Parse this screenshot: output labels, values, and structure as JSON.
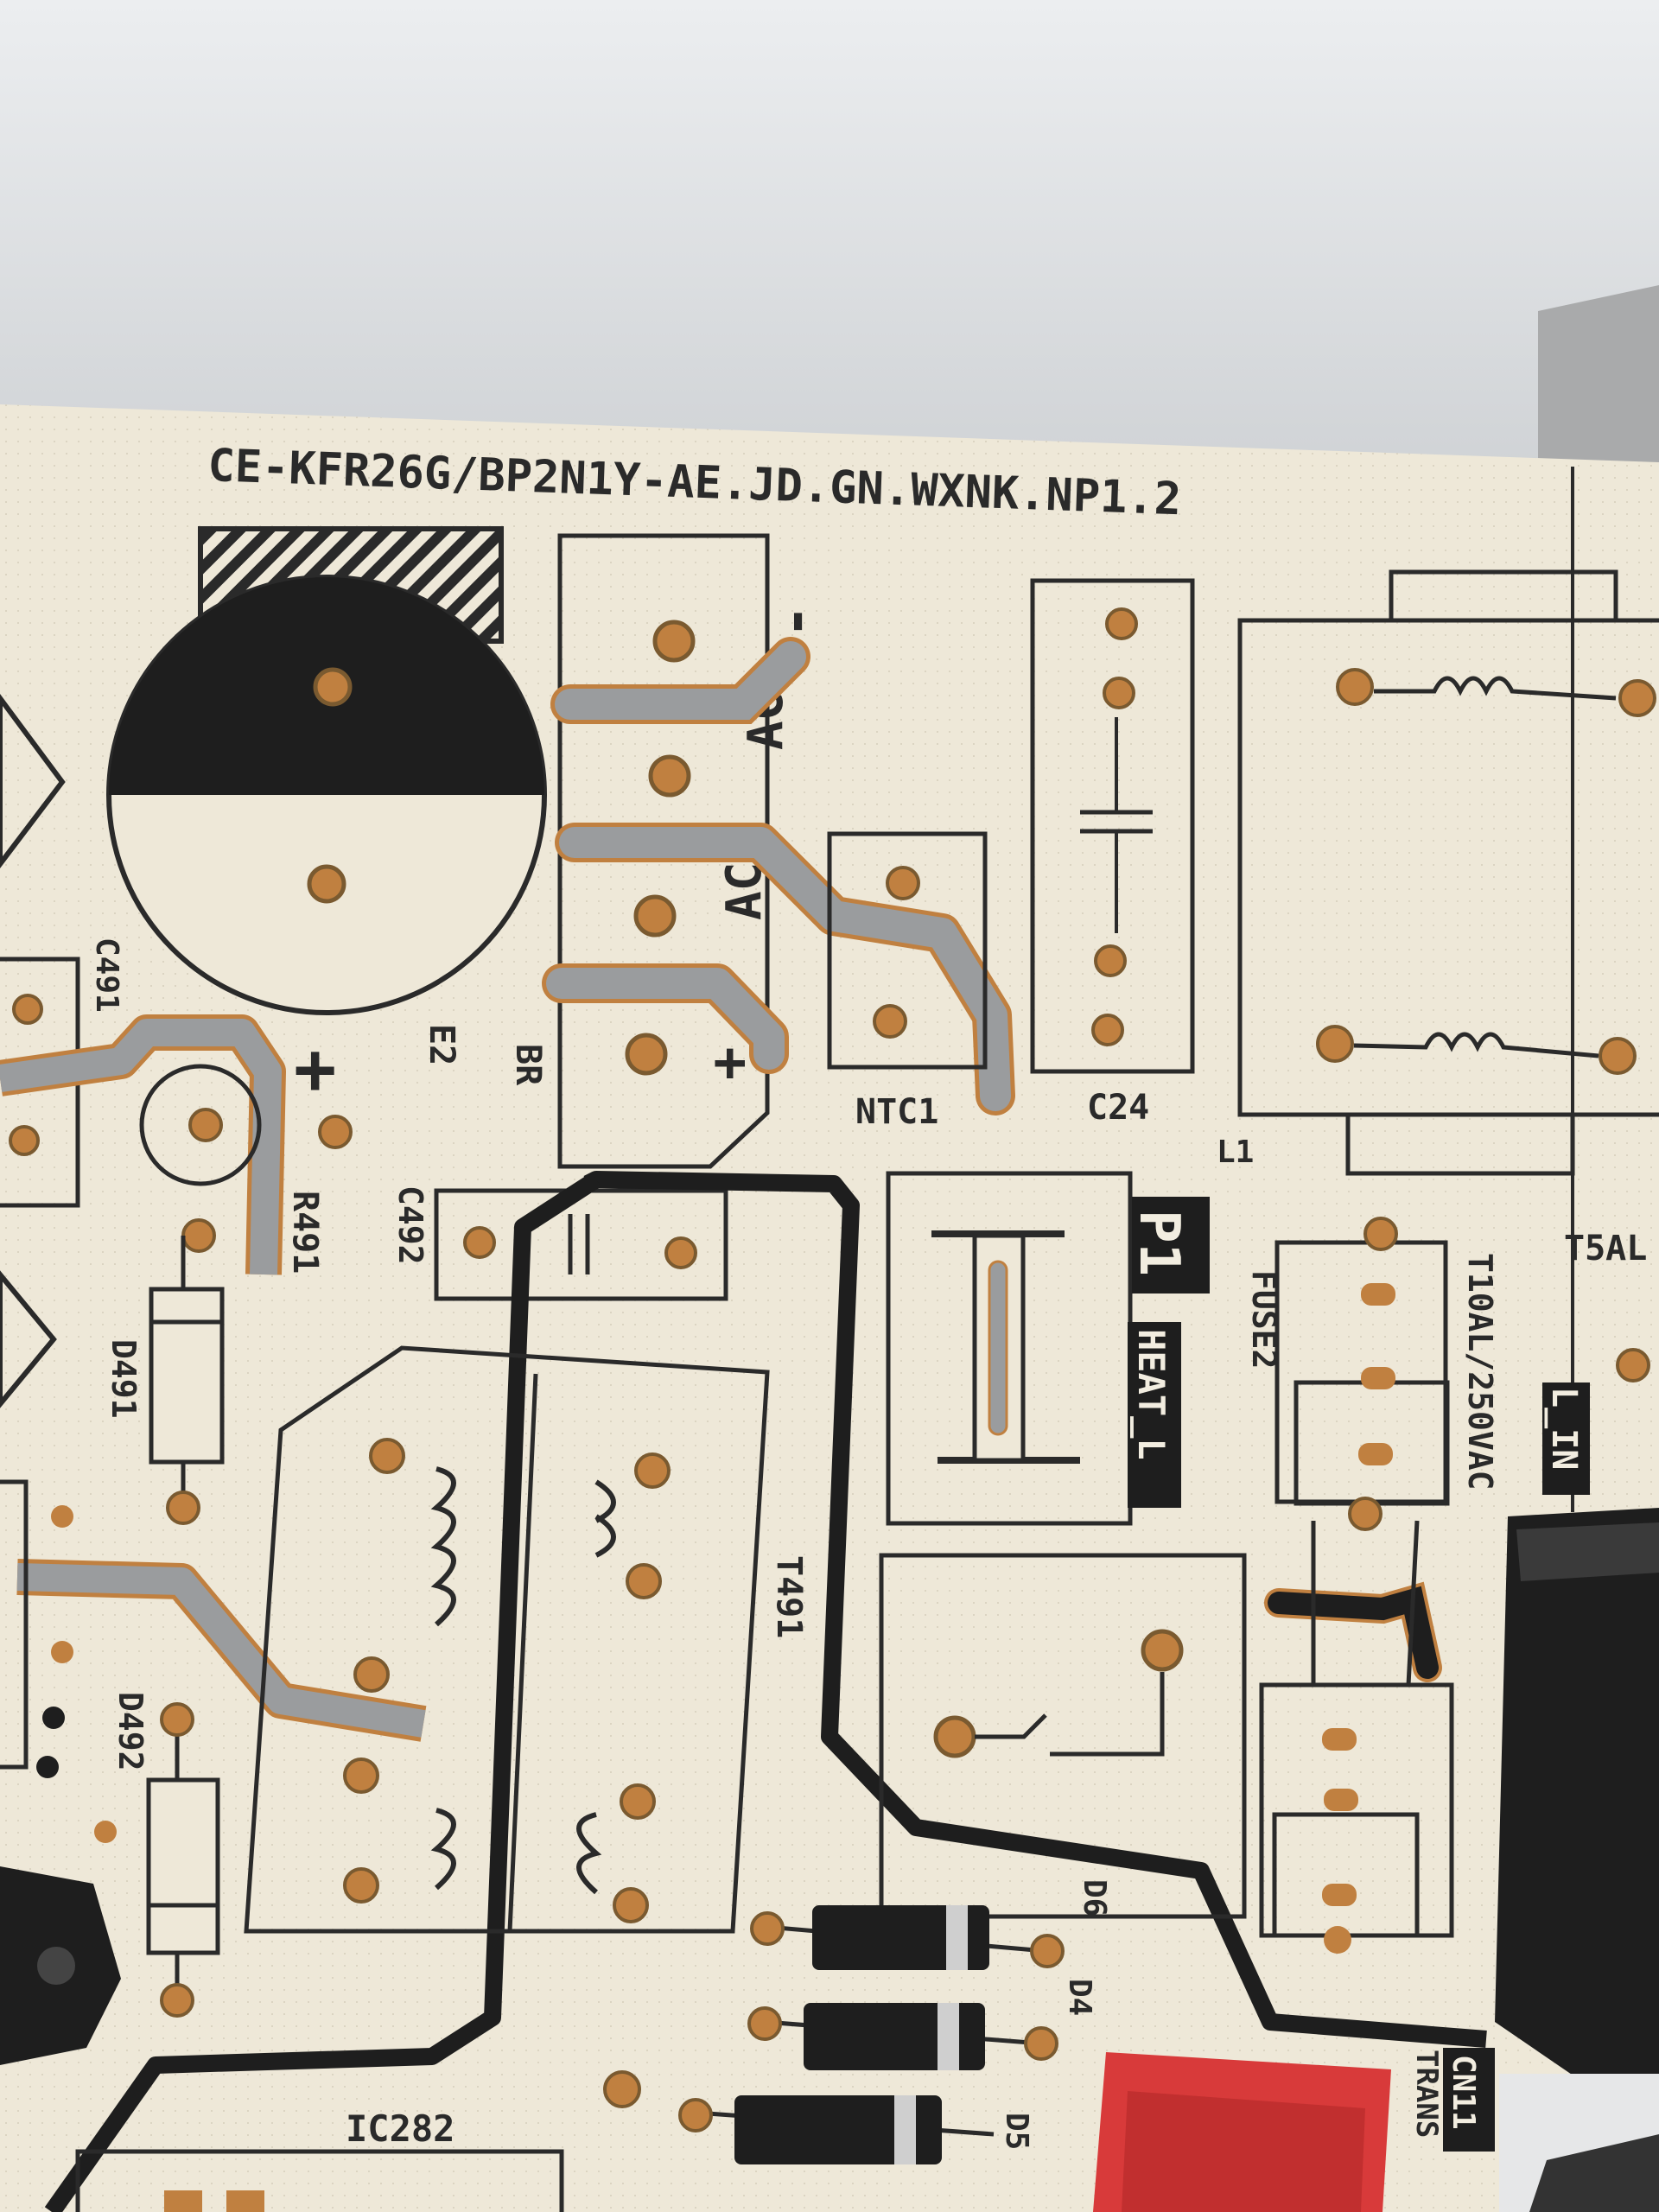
{
  "board": {
    "model_code": "CE-KFR26G/BP2N1Y-AE.JD.GN.WXNK.NP1.2",
    "colors": {
      "board": "#eee8d8",
      "wall": "#d6d8db",
      "silkscreen": "#2a2a2a",
      "trace": "#9a9c9e",
      "copper": "#c08040",
      "connector_red": "#d83a3a",
      "component_black": "#1e1e1e"
    }
  },
  "labels": {
    "e2": "E2",
    "br": "BR",
    "c491": "C491",
    "c492": "C492",
    "r491": "R491",
    "d491": "D491",
    "d492": "D492",
    "t491": "T491",
    "ntc1": "NTC1",
    "c24": "C24",
    "l1": "L1",
    "p1": "P1",
    "heat_l": "HEAT_L",
    "fuse2": "FUSE2",
    "fuse_rating": "T10AL/250VAC",
    "t5al": "T5AL",
    "l_in": "L_IN",
    "d6": "D6",
    "d4": "D4",
    "d5": "D5",
    "ic282": "IC282",
    "cn11": "CN11",
    "trans": "TRANS",
    "ac_top": "AC",
    "ac_bottom": "AC",
    "minus": "-",
    "plus_br": "+",
    "plus_e2": "+"
  }
}
